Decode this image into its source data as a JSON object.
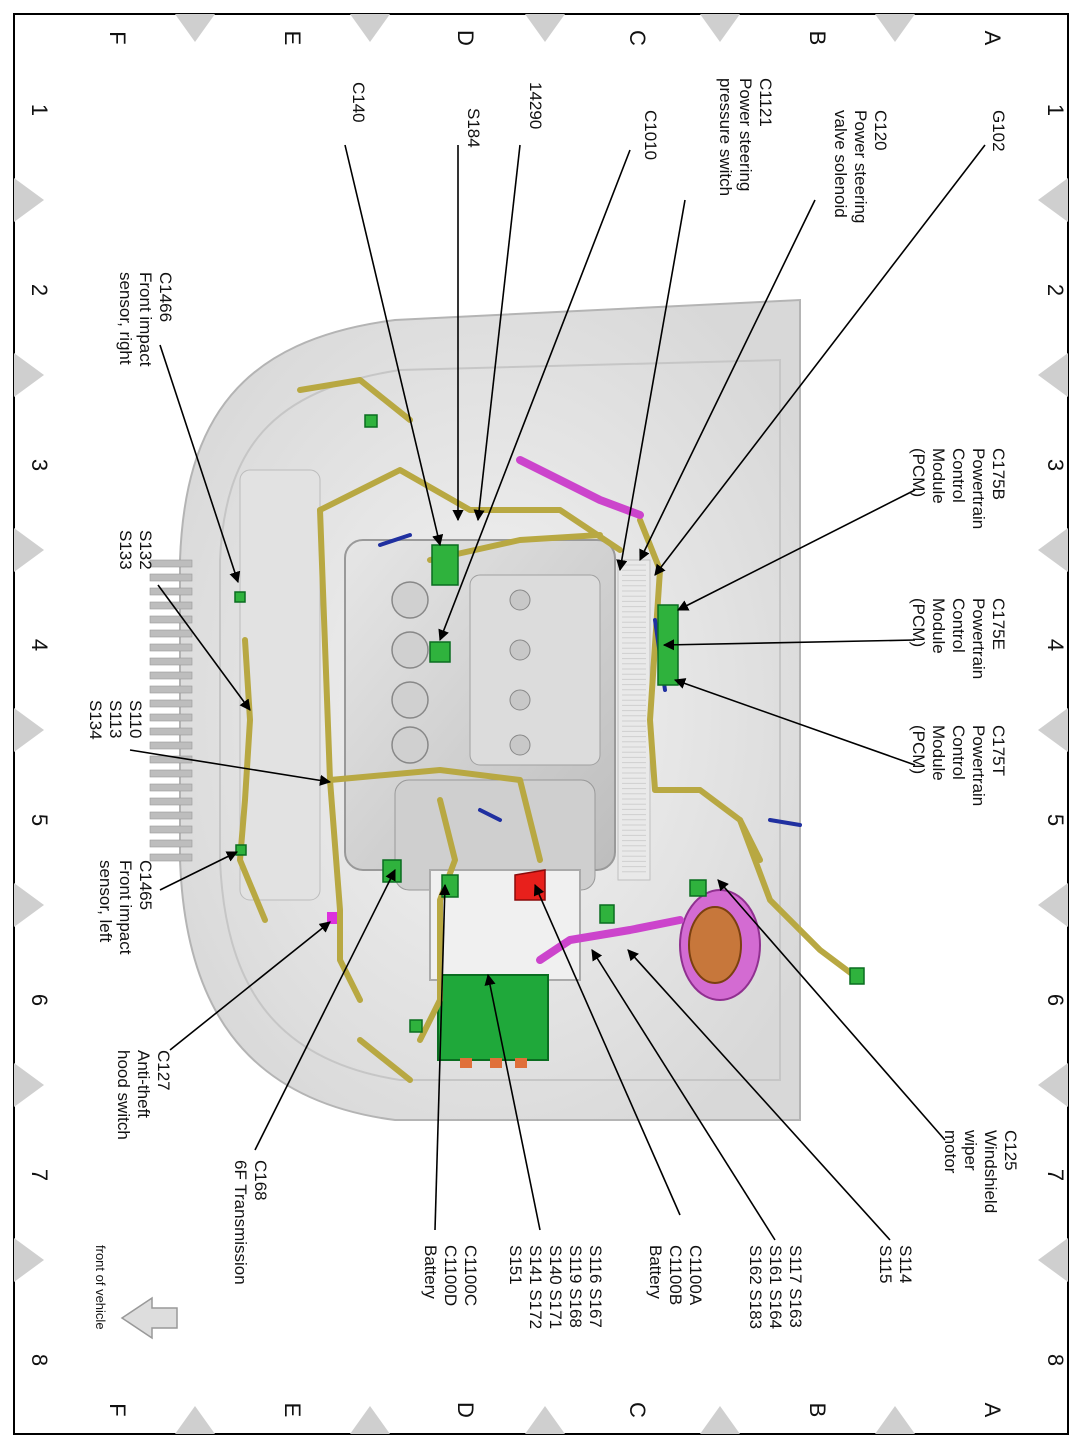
{
  "grid": {
    "columns": [
      "A",
      "B",
      "C",
      "D",
      "E",
      "F"
    ],
    "rows": [
      "1",
      "2",
      "3",
      "4",
      "5",
      "6",
      "7",
      "8"
    ]
  },
  "callouts": [
    {
      "id": "g102",
      "lines": [
        "G102"
      ]
    },
    {
      "id": "c120",
      "lines": [
        "C120",
        "Power steering",
        "valve solenoid"
      ]
    },
    {
      "id": "c1121",
      "lines": [
        "C1121",
        "Power steering",
        "pressure switch"
      ]
    },
    {
      "id": "c1010",
      "lines": [
        "C1010"
      ]
    },
    {
      "id": "c14290",
      "lines": [
        "14290"
      ]
    },
    {
      "id": "s184",
      "lines": [
        "S184"
      ]
    },
    {
      "id": "c140",
      "lines": [
        "C140"
      ]
    },
    {
      "id": "c1466",
      "lines": [
        "C1466",
        "Front impact",
        "sensor, right"
      ]
    },
    {
      "id": "c175b",
      "lines": [
        "C175B",
        "Powertrain",
        "Control",
        "Module",
        "(PCM)"
      ]
    },
    {
      "id": "c175e",
      "lines": [
        "C175E",
        "Powertrain",
        "Control",
        "Module",
        "(PCM)"
      ]
    },
    {
      "id": "c175t",
      "lines": [
        "C175T",
        "Powertrain",
        "Control",
        "Module",
        "(PCM)"
      ]
    },
    {
      "id": "s132",
      "lines": [
        "S132",
        "S133"
      ]
    },
    {
      "id": "s110",
      "lines": [
        "S110",
        "S113",
        "S134"
      ]
    },
    {
      "id": "c1465",
      "lines": [
        "C1465",
        "Front impact",
        "sensor, left"
      ]
    },
    {
      "id": "c127",
      "lines": [
        "C127",
        "Anti-theft",
        "hood switch"
      ]
    },
    {
      "id": "c168",
      "lines": [
        "C168",
        "6F Transmission"
      ]
    },
    {
      "id": "c1100c",
      "lines": [
        "C1100C",
        "C1100D",
        "Battery"
      ]
    },
    {
      "id": "s116",
      "lines": [
        "S116  S167",
        "S119  S168",
        "S140  S171",
        "S141  S172",
        "S151"
      ]
    },
    {
      "id": "c1100a",
      "lines": [
        "C1100A",
        "C1100B",
        "Battery"
      ]
    },
    {
      "id": "s117",
      "lines": [
        "S117  S163",
        "S161  S164",
        "S162  S183"
      ]
    },
    {
      "id": "s114",
      "lines": [
        "S114",
        "S115"
      ]
    },
    {
      "id": "c125",
      "lines": [
        "C125",
        "Windshield",
        "wiper",
        "motor"
      ]
    }
  ],
  "front_label": "front of vehicle"
}
